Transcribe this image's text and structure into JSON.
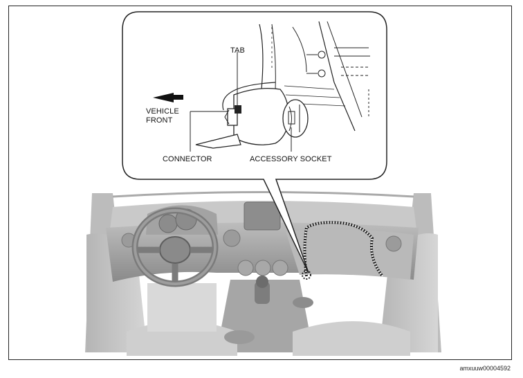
{
  "labels": {
    "tab": "TAB",
    "vehicle_front": "VEHICLE\nFRONT",
    "connector": "CONNECTOR",
    "accessory_socket": "ACCESSORY SOCKET"
  },
  "reference_code": "amxuuw00004592",
  "colors": {
    "line": "#222222",
    "dash_gray": "#9a9a9a",
    "dash_dark": "#6e6e6e",
    "harness": "#222222"
  }
}
